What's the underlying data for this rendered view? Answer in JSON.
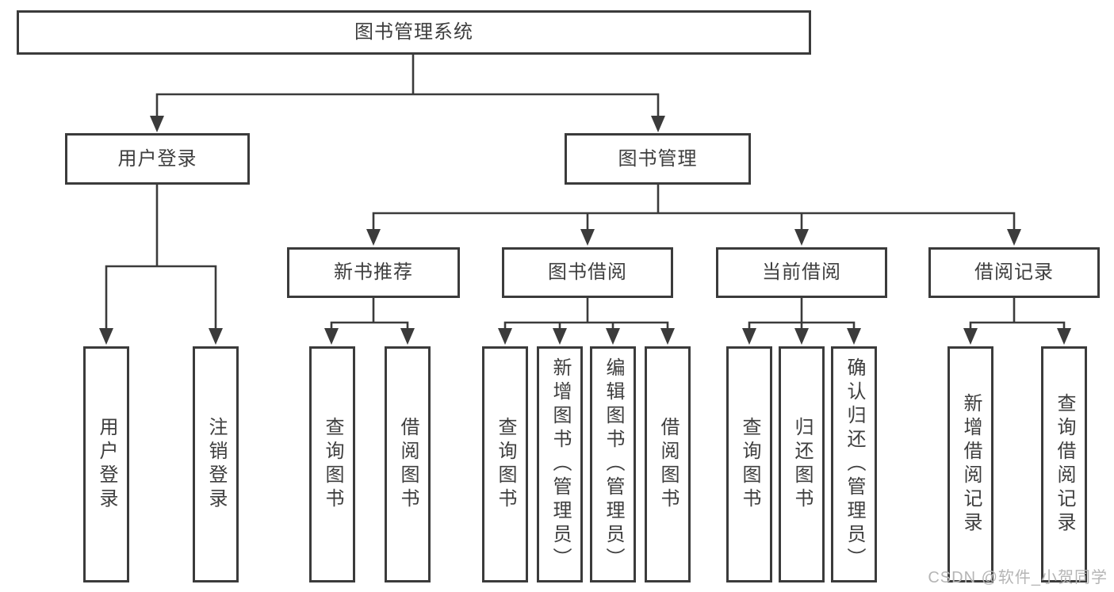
{
  "tree": {
    "root": "图书管理系统",
    "level2": [
      "用户登录",
      "图书管理"
    ],
    "level3": [
      "新书推荐",
      "图书借阅",
      "当前借阅",
      "借阅记录"
    ],
    "leaves": {
      "user_login": [
        "用户登录",
        "注销登录"
      ],
      "new_book_recommend": [
        "查询图书",
        "借阅图书"
      ],
      "book_borrow": [
        "查询图书",
        "新增图书（管理员）",
        "编辑图书（管理员）",
        "借阅图书"
      ],
      "current_borrow": [
        "查询图书",
        "归还图书",
        "确认归还（管理员）"
      ],
      "borrow_record": [
        "新增借阅记录",
        "查询借阅记录"
      ]
    }
  },
  "watermark": "CSDN @软件_小贺同学",
  "colors": {
    "line": "#3b3b3b",
    "text": "#3e3e3e",
    "watermark": "#b5b5b5",
    "background": "#ffffff"
  }
}
